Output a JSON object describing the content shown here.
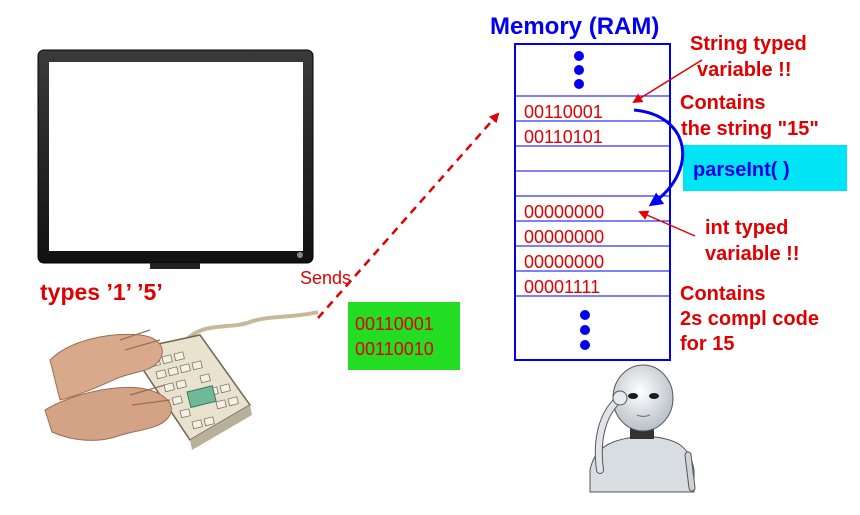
{
  "memory": {
    "title": "Memory (RAM)",
    "cells": [
      "00110001",
      "00110101",
      "",
      "",
      "00000000",
      "00000000",
      "00000000",
      "00001111"
    ]
  },
  "left": {
    "types_label": "types ’1’ ’5’",
    "sends_label": "Sends",
    "sent_bytes": [
      "00110001",
      "00110010"
    ]
  },
  "annotations": {
    "string_var": [
      "String typed",
      "variable !!"
    ],
    "contains_string": [
      "Contains",
      "the string \"15\""
    ],
    "parse_label": "parseInt( )",
    "int_var": [
      "int typed",
      "variable !!"
    ],
    "contains_code": [
      "Contains",
      "2s compl code",
      "for 15"
    ]
  },
  "colors": {
    "red": "#e00000",
    "blue": "#0000ee",
    "green_box": "#22dd22",
    "cyan_box": "#00e5f5"
  },
  "icons": [
    "monitor-icon",
    "keyboard-hands-icon",
    "robot-thinking-icon"
  ]
}
